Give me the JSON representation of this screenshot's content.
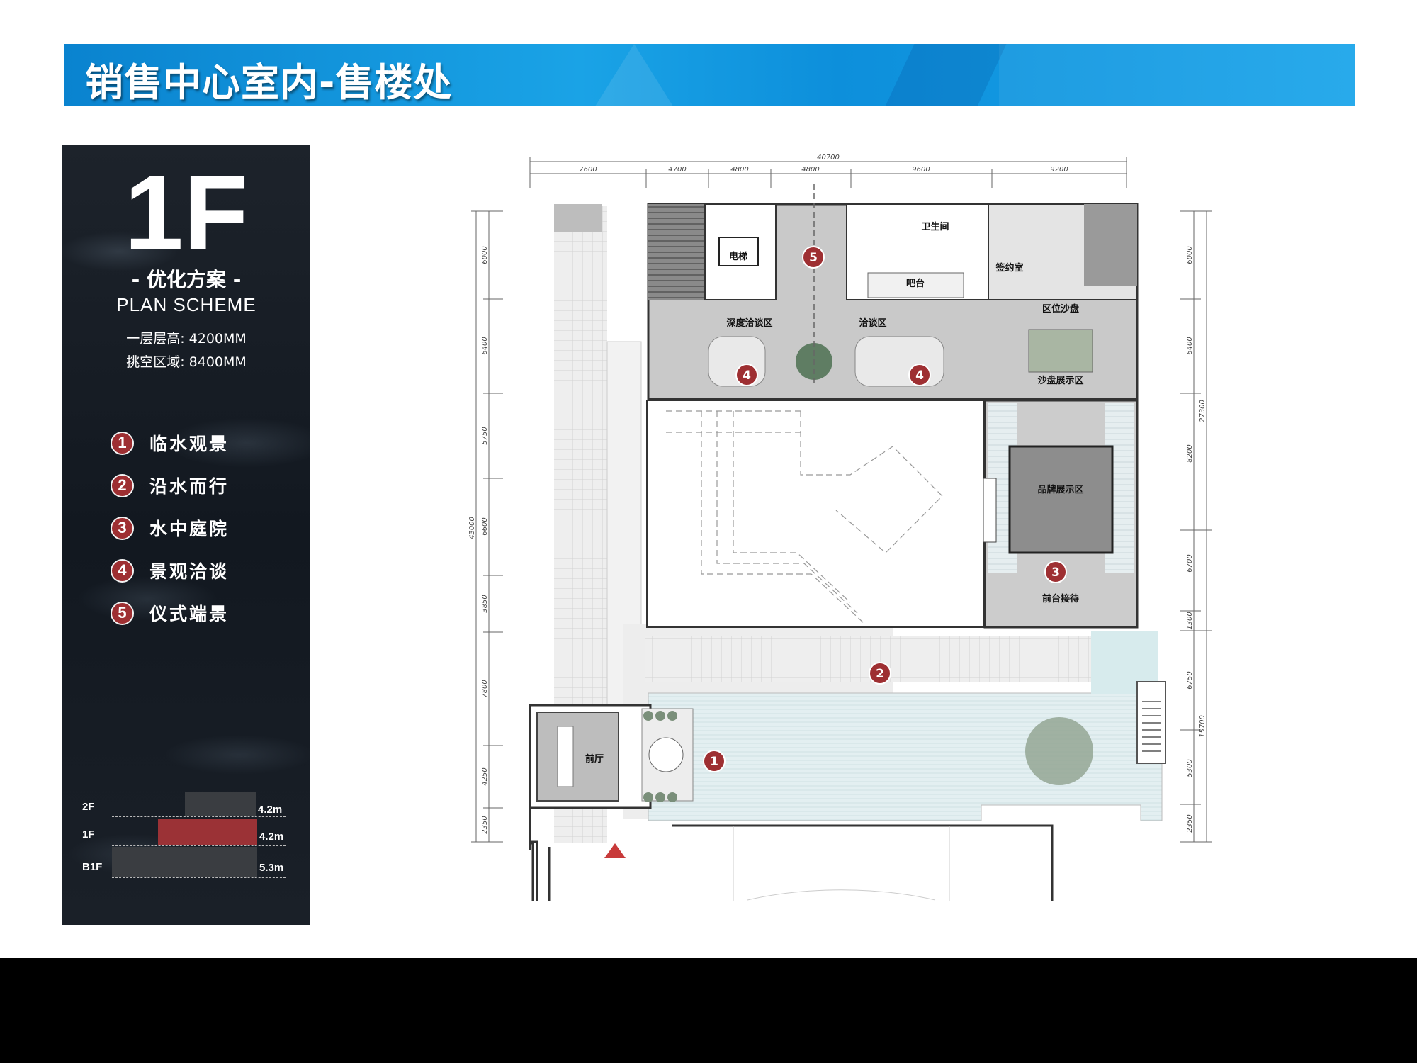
{
  "header": {
    "title": "销售中心室内-售楼处"
  },
  "side_panel": {
    "floor": "1F",
    "scheme_cn": "- 优化方案 -",
    "scheme_en": "PLAN SCHEME",
    "spec_height": "一层层高: 4200MM",
    "spec_void": "挑空区域: 8400MM",
    "legend": [
      {
        "num": "1",
        "label": "临水观景"
      },
      {
        "num": "2",
        "label": "沿水而行"
      },
      {
        "num": "3",
        "label": "水中庭院"
      },
      {
        "num": "4",
        "label": "景观洽谈"
      },
      {
        "num": "5",
        "label": "仪式端景"
      }
    ],
    "levels": [
      {
        "name": "2F",
        "height": "4.2m",
        "active": false
      },
      {
        "name": "1F",
        "height": "4.2m",
        "active": true
      },
      {
        "name": "B1F",
        "height": "5.3m",
        "active": false
      }
    ]
  },
  "plan": {
    "rooms": {
      "elevator": "电梯",
      "restroom": "卫生间",
      "bar": "吧台",
      "signing": "签约室",
      "deep_talk": "深度洽谈区",
      "talk": "洽谈区",
      "site_model": "区位沙盘",
      "sand_table": "沙盘展示区",
      "brand": "品牌展示区",
      "reception": "前台接待",
      "foyer": "前厅"
    },
    "dims_top_total": "40700",
    "dims_top": [
      "7600",
      "4700",
      "4800",
      "4800",
      "9600",
      "9200"
    ],
    "dims_left_total": "43000",
    "dims_left": [
      "6000",
      "6400",
      "5750",
      "6600",
      "3850",
      "7800",
      "4250",
      "2350"
    ],
    "dims_right_total_upper": "27300",
    "dims_right_total_lower": "15700",
    "dims_right": [
      "6000",
      "6400",
      "8200",
      "6700",
      "1300",
      "6750",
      "5300",
      "2350"
    ],
    "markers": [
      "1",
      "2",
      "3",
      "4",
      "4",
      "5"
    ]
  }
}
